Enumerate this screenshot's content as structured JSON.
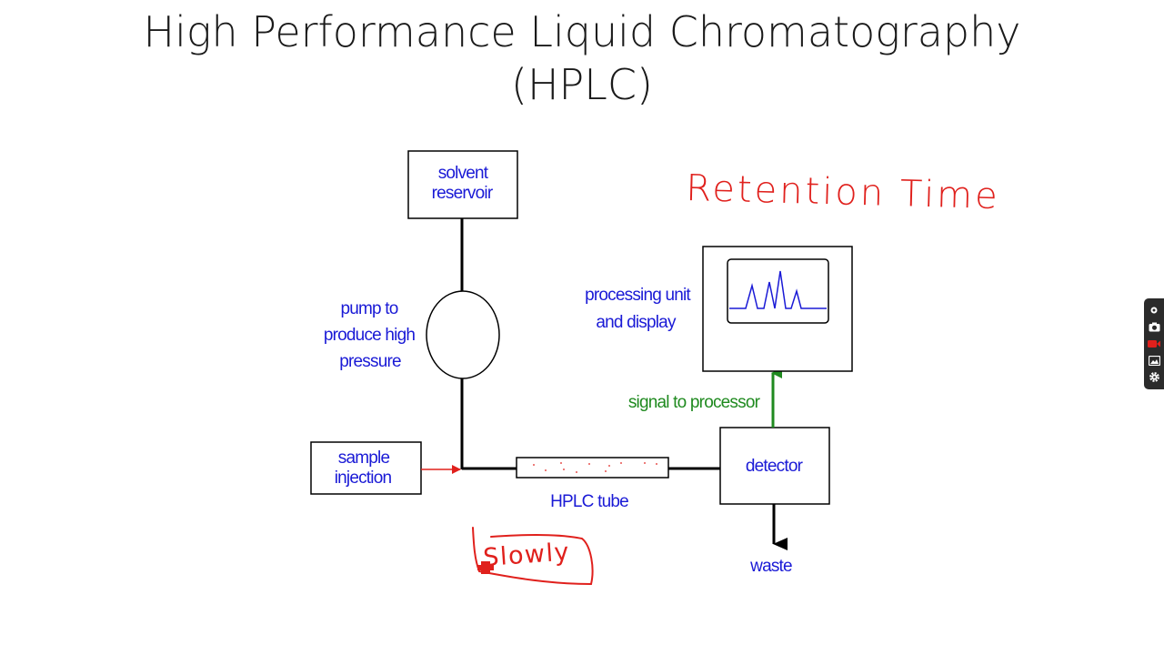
{
  "slide": {
    "title_line1": "High Performance Liquid Chromatography",
    "title_line2": "(HPLC)"
  },
  "diagram": {
    "solvent_line1": "solvent",
    "solvent_line2": "reservoir",
    "pump_line1": "pump to",
    "pump_line2": "produce high",
    "pump_line3": "pressure",
    "sample_line1": "sample",
    "sample_line2": "injection",
    "tube": "HPLC tube",
    "detector": "detector",
    "waste": "waste",
    "signal": "signal to processor",
    "processing_line1": "processing unit",
    "processing_line2": "and display"
  },
  "annotations": {
    "retention": "Retention Time",
    "slowly": "Slowly"
  },
  "colors": {
    "label_blue": "#1a1ad6",
    "signal_green": "#1f8a1f",
    "ink_red": "#e0201c"
  },
  "toolbar": {
    "tools": [
      "pointer-icon",
      "camera-icon",
      "record-icon",
      "image-icon",
      "gear-icon"
    ]
  }
}
